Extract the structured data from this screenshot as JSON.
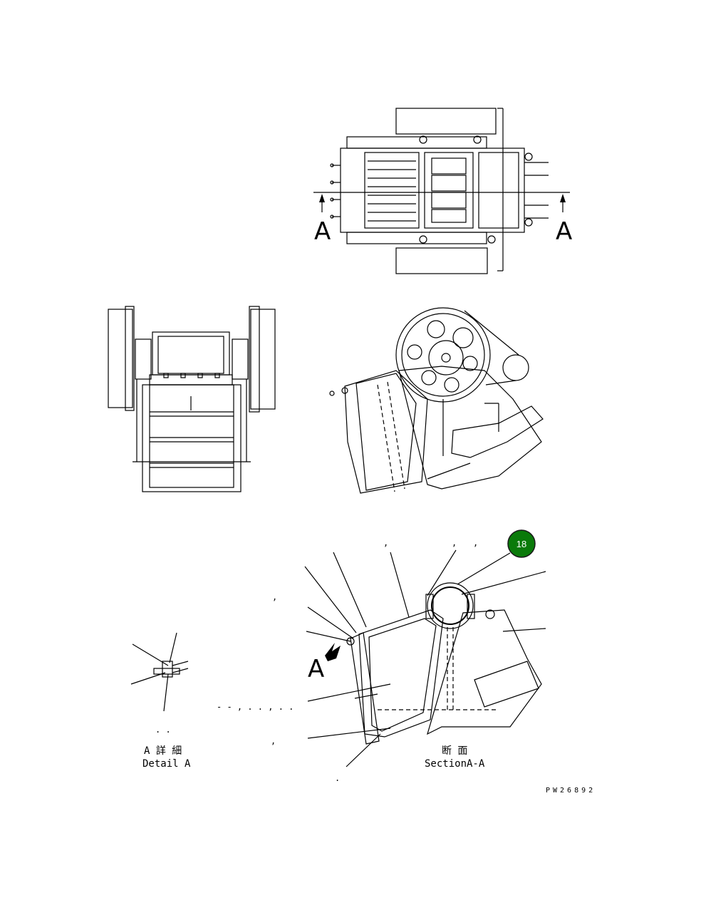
{
  "views": {
    "top_view": {
      "section_mark_left": "A",
      "section_mark_right": "A"
    },
    "section": {
      "callout_number": "18",
      "callout_color": "#0a7a0a",
      "view_arrow_label": "A",
      "title_jp": "断 面",
      "title_en": "SectionA-A",
      "stray_marks": [
        ",",
        ",",
        ",",
        ",",
        ",",
        "- - , . . , . .",
        "."
      ]
    },
    "detail": {
      "title_jp": "A 詳 細",
      "title_en": "Detail A",
      "stray_mark": ". ."
    }
  },
  "drawing_number": "PW26892"
}
